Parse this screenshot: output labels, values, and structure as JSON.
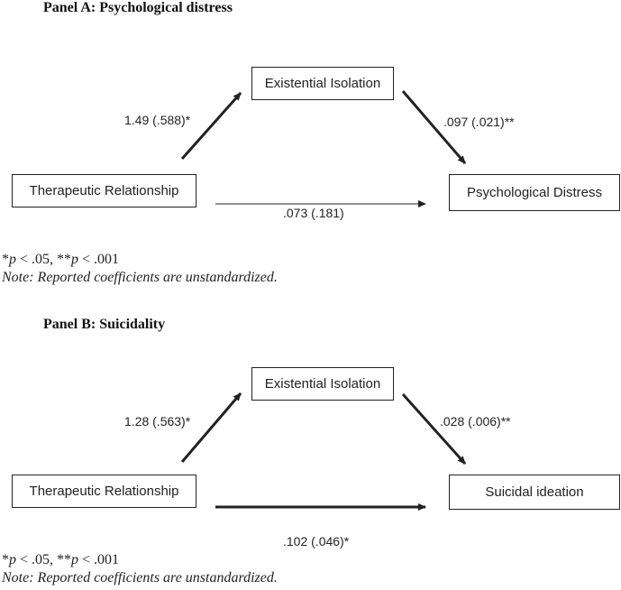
{
  "panel_a": {
    "title": "Panel A: Psychological distress",
    "nodes": {
      "predictor": "Therapeutic Relationship",
      "mediator": "Existential Isolation",
      "outcome": "Psychological Distress"
    },
    "paths": {
      "a": "1.49 (.588)*",
      "b": ".097 (.021)**",
      "c": ".073 (.181)"
    },
    "significance": {
      "p1_prefix": "*",
      "p1_var": "p",
      "p1_rest": " < .05, **",
      "p2_var": "p",
      "p2_rest": " < .001"
    },
    "note": "Note: Reported coefficients are unstandardized."
  },
  "panel_b": {
    "title": "Panel B: Suicidality",
    "nodes": {
      "predictor": "Therapeutic Relationship",
      "mediator": "Existential Isolation",
      "outcome": "Suicidal ideation"
    },
    "paths": {
      "a": "1.28 (.563)*",
      "b": ".028 (.006)**",
      "c": ".102 (.046)*"
    },
    "significance": {
      "p1_prefix": "*",
      "p1_var": "p",
      "p1_rest": " < .05, **",
      "p2_var": "p",
      "p2_rest": " < .001"
    },
    "note": "Note: Reported coefficients are unstandardized."
  },
  "colors": {
    "ink": "#222222",
    "background": "#ffffff"
  }
}
